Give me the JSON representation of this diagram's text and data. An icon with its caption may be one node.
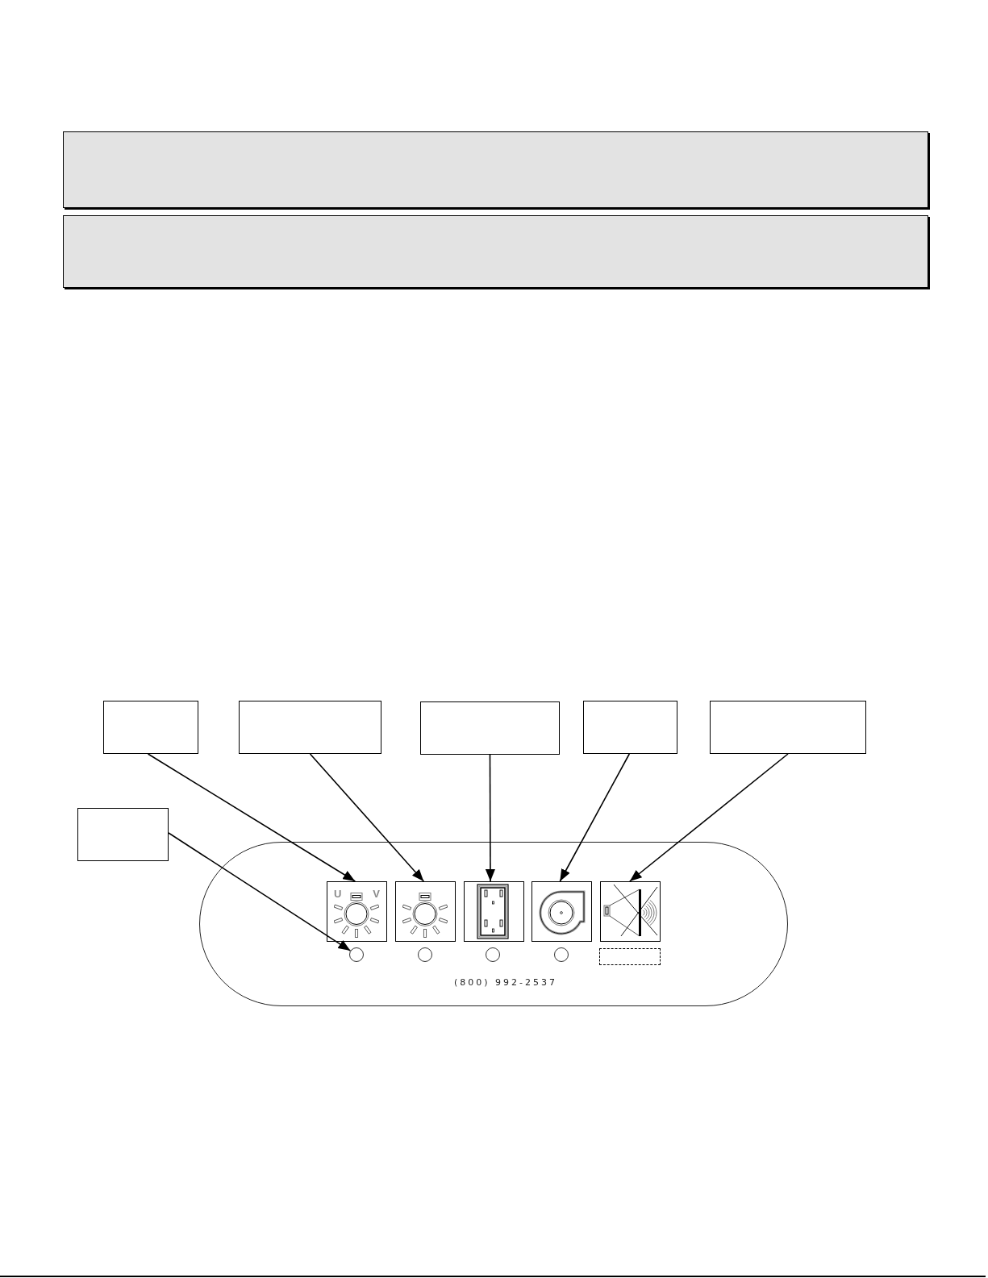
{
  "diagram": {
    "nodes": [
      {
        "text": [],
        "shape": "bar"
      },
      {
        "text": [],
        "shape": "bar"
      },
      {
        "text": [],
        "shape": "box"
      },
      {
        "text": [],
        "shape": "box"
      },
      {
        "text": [],
        "shape": "box"
      },
      {
        "text": [],
        "shape": "box"
      },
      {
        "text": [],
        "shape": "box"
      },
      {
        "text": [],
        "shape": "box"
      },
      {
        "text": [],
        "shape": "oval"
      },
      {
        "text": [
          "U",
          "V"
        ],
        "in": 8
      },
      {
        "text": [],
        "shape": "picture",
        "in": 8
      },
      {
        "text": [],
        "shape": "picture",
        "in": 8
      },
      {
        "text": [],
        "shape": "picture",
        "in": 8
      },
      {
        "text": [],
        "shape": "picture",
        "in": 8
      },
      {
        "text": [],
        "shape": "circle",
        "in": 8
      },
      {
        "text": [],
        "shape": "circle",
        "in": 8
      },
      {
        "text": [],
        "shape": "circle",
        "in": 8
      },
      {
        "text": [],
        "shape": "circle",
        "in": 8
      },
      {
        "text": [],
        "shape": "box",
        "in": 8
      }
    ],
    "edges": [
      {
        "from": 2,
        "to": 9,
        "arrow": "to"
      },
      {
        "from": 3,
        "to": 10,
        "arrow": "to"
      },
      {
        "from": 4,
        "to": 11,
        "arrow": "to"
      },
      {
        "from": 5,
        "to": 12,
        "arrow": "to"
      },
      {
        "from": 6,
        "to": 13,
        "arrow": "to"
      },
      {
        "from": 7,
        "to": 14,
        "arrow": "to"
      }
    ],
    "labels": [
      "(800) 992-2537"
    ]
  }
}
